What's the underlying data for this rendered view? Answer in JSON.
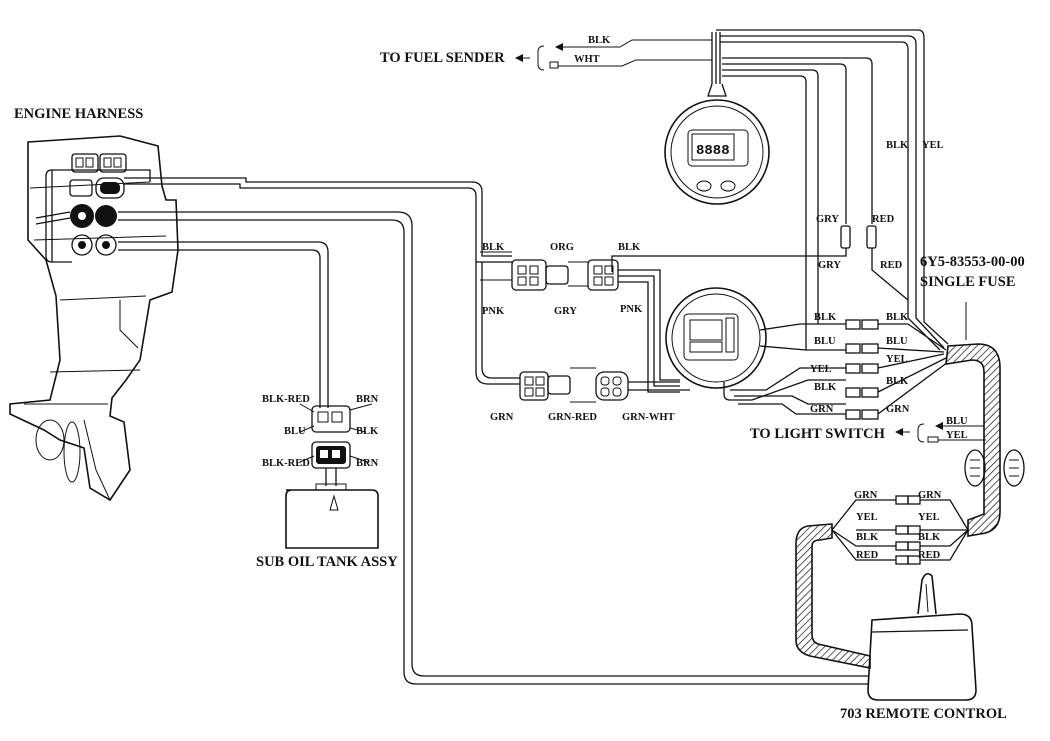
{
  "labels": {
    "fuel_sender": "TO FUEL SENDER",
    "engine_harness": "ENGINE HARNESS",
    "fuse_part": "6Y5-83553-00-00",
    "single_fuse": "SINGLE FUSE",
    "light_switch": "TO LIGHT SWITCH",
    "sub_oil_tank": "SUB OIL TANK ASSY",
    "remote_control": "703 REMOTE CONTROL"
  },
  "wire_colors": {
    "fuel_blk": "BLK",
    "fuel_wht": "WHT",
    "right_blk": "BLK",
    "right_yel": "YEL",
    "gry_top": "GRY",
    "red_top": "RED",
    "gry_mid": "GRY",
    "red_mid": "RED",
    "c1_blk": "BLK",
    "c1_org": "ORG",
    "c1_blk2": "BLK",
    "c1_pnk": "PNK",
    "c1_gry": "GRY",
    "c1_pnk2": "PNK",
    "c2_grn": "GRN",
    "c2_grnred": "GRN-RED",
    "c2_grnwht": "GRN-WHT",
    "j_blk_l": "BLK",
    "j_blk_r": "BLK",
    "j_blu_l": "BLU",
    "j_blu_r": "BLU",
    "j_yel_l": "YEL",
    "j_yel_r": "YEL",
    "j_blk2_l": "BLK",
    "j_blk2_r": "BLK",
    "j_grn_l": "GRN",
    "j_grn_r": "GRN",
    "ls_blu": "BLU",
    "ls_yel": "YEL",
    "oil_blkred1": "BLK-RED",
    "oil_brn1": "BRN",
    "oil_blu": "BLU",
    "oil_blk": "BLK",
    "oil_blkred2": "BLK-RED",
    "oil_brn2": "BRN",
    "rc_grn_l": "GRN",
    "rc_grn_r": "GRN",
    "rc_yel_l": "YEL",
    "rc_yel_r": "YEL",
    "rc_blk_l": "BLK",
    "rc_blk_r": "BLK",
    "rc_red_l": "RED",
    "rc_red_r": "RED"
  }
}
